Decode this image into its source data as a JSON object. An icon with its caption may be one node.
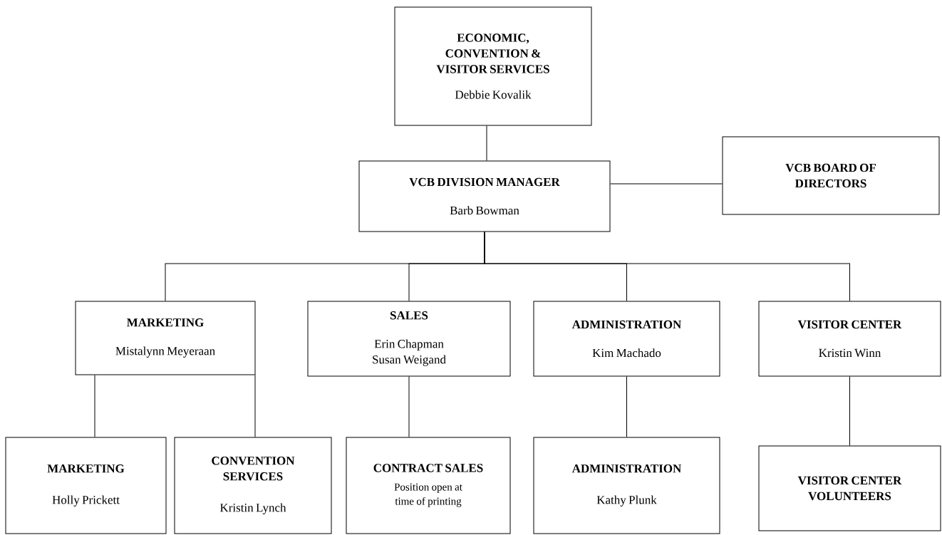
{
  "diagram": {
    "nodes": [
      {
        "text": [
          "ECONOMIC, CONVENTION & VISITOR SERVICES",
          "Debbie Kovalik"
        ]
      },
      {
        "text": [
          "VCB DIVISION MANAGER",
          "Barb Bowman"
        ]
      },
      {
        "text": [
          "VCB BOARD OF DIRECTORS"
        ]
      },
      {
        "text": [
          "MARKETING",
          "Mistalynn Meyeraan"
        ]
      },
      {
        "text": [
          "SALES",
          "Erin Chapman Susan Weigand"
        ]
      },
      {
        "text": [
          "ADMINISTRATION",
          "Kim Machado"
        ]
      },
      {
        "text": [
          "VISITOR CENTER",
          "Kristin Winn"
        ]
      },
      {
        "text": [
          "MARKETING",
          "Holly Prickett"
        ]
      },
      {
        "text": [
          "CONVENTION SERVICES",
          "Kristin Lynch"
        ]
      },
      {
        "text": [
          "CONTRACT SALES",
          "Position open at time of printing"
        ]
      },
      {
        "text": [
          "ADMINISTRATION",
          "Kathy Plunk"
        ]
      },
      {
        "text": [
          "VISITOR CENTER VOLUNTEERS"
        ]
      }
    ],
    "edges": [
      {
        "from": 0,
        "to": 1,
        "arrow": "none"
      },
      {
        "from": 1,
        "to": 2,
        "arrow": "none"
      },
      {
        "from": 1,
        "to": 3,
        "arrow": "none"
      },
      {
        "from": 1,
        "to": 4,
        "arrow": "none"
      },
      {
        "from": 1,
        "to": 5,
        "arrow": "none"
      },
      {
        "from": 1,
        "to": 6,
        "arrow": "none"
      },
      {
        "from": 3,
        "to": 7,
        "arrow": "none"
      },
      {
        "from": 3,
        "to": 8,
        "arrow": "none"
      },
      {
        "from": 4,
        "to": 9,
        "arrow": "none"
      },
      {
        "from": 5,
        "to": 10,
        "arrow": "none"
      },
      {
        "from": 6,
        "to": 11,
        "arrow": "none"
      }
    ]
  }
}
